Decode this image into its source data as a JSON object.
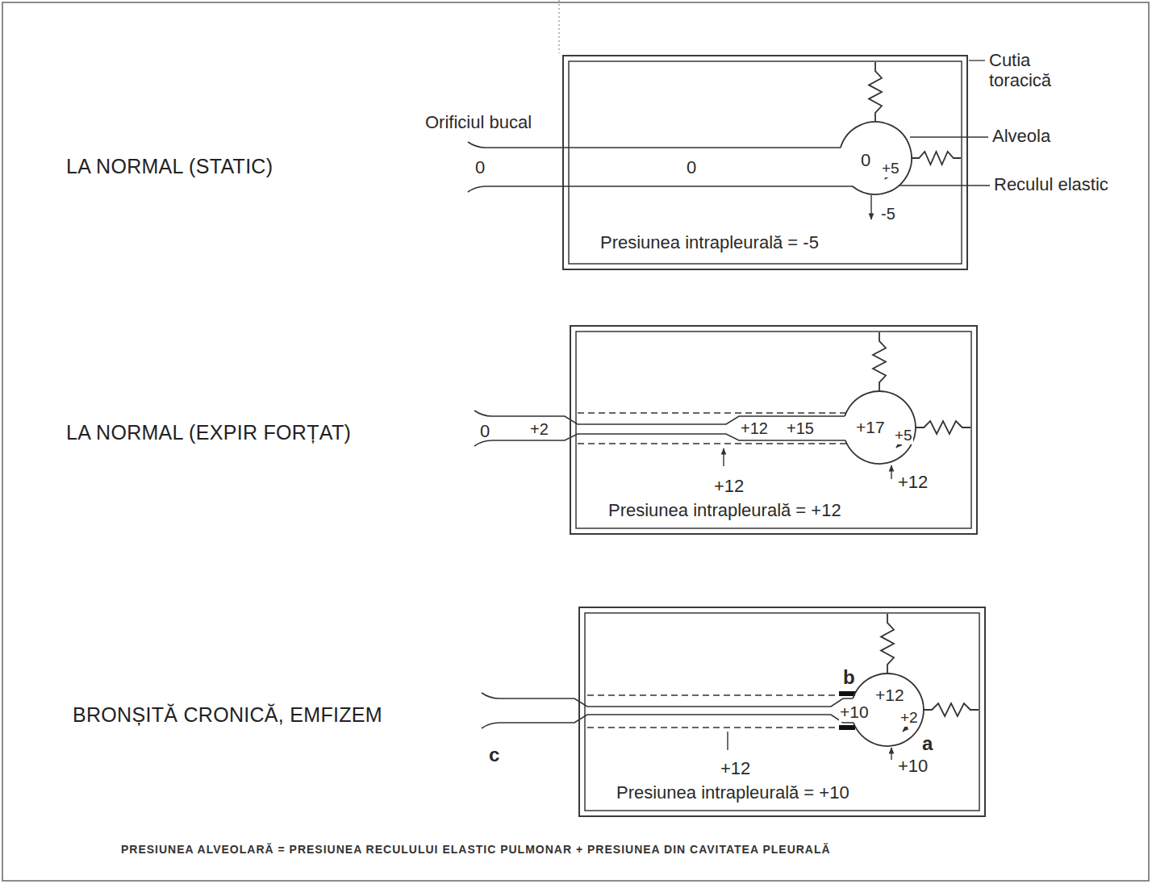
{
  "diagram": {
    "caption": "PRESIUNEA ALVEOLARĂ = PRESIUNEA RECULULUI ELASTIC PULMONAR + PRESIUNEA DIN CAVITATEA PLEURALĂ",
    "nodes": [
      {
        "text": [
          "Presiunea intrapleurală = -5"
        ]
      },
      {
        "text": [
          "0",
          "+5"
        ],
        "in": 0
      },
      {
        "text": [
          "Presiunea intrapleurală = +12"
        ]
      },
      {
        "text": [
          "+17",
          "+5"
        ],
        "in": 2
      },
      {
        "text": [
          "Presiunea intrapleurală = +10"
        ]
      },
      {
        "text": [
          "+12",
          "+10",
          "+2"
        ],
        "in": 4
      }
    ],
    "labels": [
      "LA NORMAL (STATIC)",
      "Orificiul bucal",
      "0",
      "0",
      "-5",
      "Cutia toracică",
      "Alveola",
      "Reculul elastic",
      "LA NORMAL (EXPIR FORȚAT)",
      "0",
      "+2",
      "+12",
      "+15",
      "+12",
      "+12",
      "BRONȘITĂ CRONICĂ, EMFIZEM",
      "b",
      "a",
      "c",
      "+12",
      "+10"
    ]
  }
}
